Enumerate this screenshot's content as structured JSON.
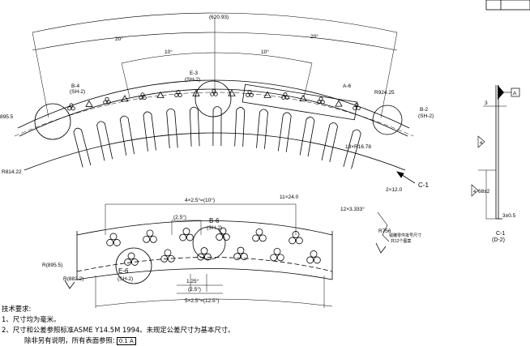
{
  "dims": {
    "arc_length": "(620.93)",
    "angle_20_left": "20°",
    "angle_20_right": "20°",
    "angle_10_left": "10°",
    "angle_10_right": "10°",
    "r895_5": "895.5",
    "r924_25": "R924.25",
    "r814_22": "R814.22",
    "slots": "13×R16.78",
    "slot_width": "11×24.0",
    "slot_angle": "12×3.333°",
    "two_x_12": "2×12.0",
    "detail_spacing": "4×2.5°=(10°)",
    "detail_2_5": "(2.5°)",
    "detail_1_25": "1.25°",
    "detail_2_5_b": "(2.5°)",
    "detail_total": "5×2.5°=(12.5°)",
    "detail_r895_5": "R(895.5)",
    "detail_r882_2": "R(882.2)",
    "r756": "R756",
    "r756_note1": "镭雕零件批号尺寸",
    "r756_note2": "共12个图案",
    "side_3": "3",
    "side_68": "68±2",
    "side_3_05": "3±0.5",
    "datum_a": "A",
    "flag_4a": "4",
    "flag_4b": "4"
  },
  "labels": {
    "b4": "B-4",
    "b4_sub": "(SH-2)",
    "e3": "E-3",
    "e3_sub": "(SH-2)",
    "a6": "A-6",
    "b2": "B-2",
    "b2_sub": "(SH-2)",
    "c1_arrow": "C-1",
    "b6": "B-6",
    "b6_sub": "(SH-2)",
    "e6": "E-6",
    "e6_sub": "(SH-2)",
    "c1_view": "C-1",
    "c1_view_sub": "(D-2)"
  },
  "notes": {
    "title": "技术要求:",
    "line1": "1、尺寸均为毫米。",
    "line2": "2、尺寸和公差参照标准ASME Y14.5M 1994。未规定公差尺寸为基本尺寸。",
    "line3": "除非另有说明，所有表面参照:",
    "line3_tol": "0.1 A"
  }
}
